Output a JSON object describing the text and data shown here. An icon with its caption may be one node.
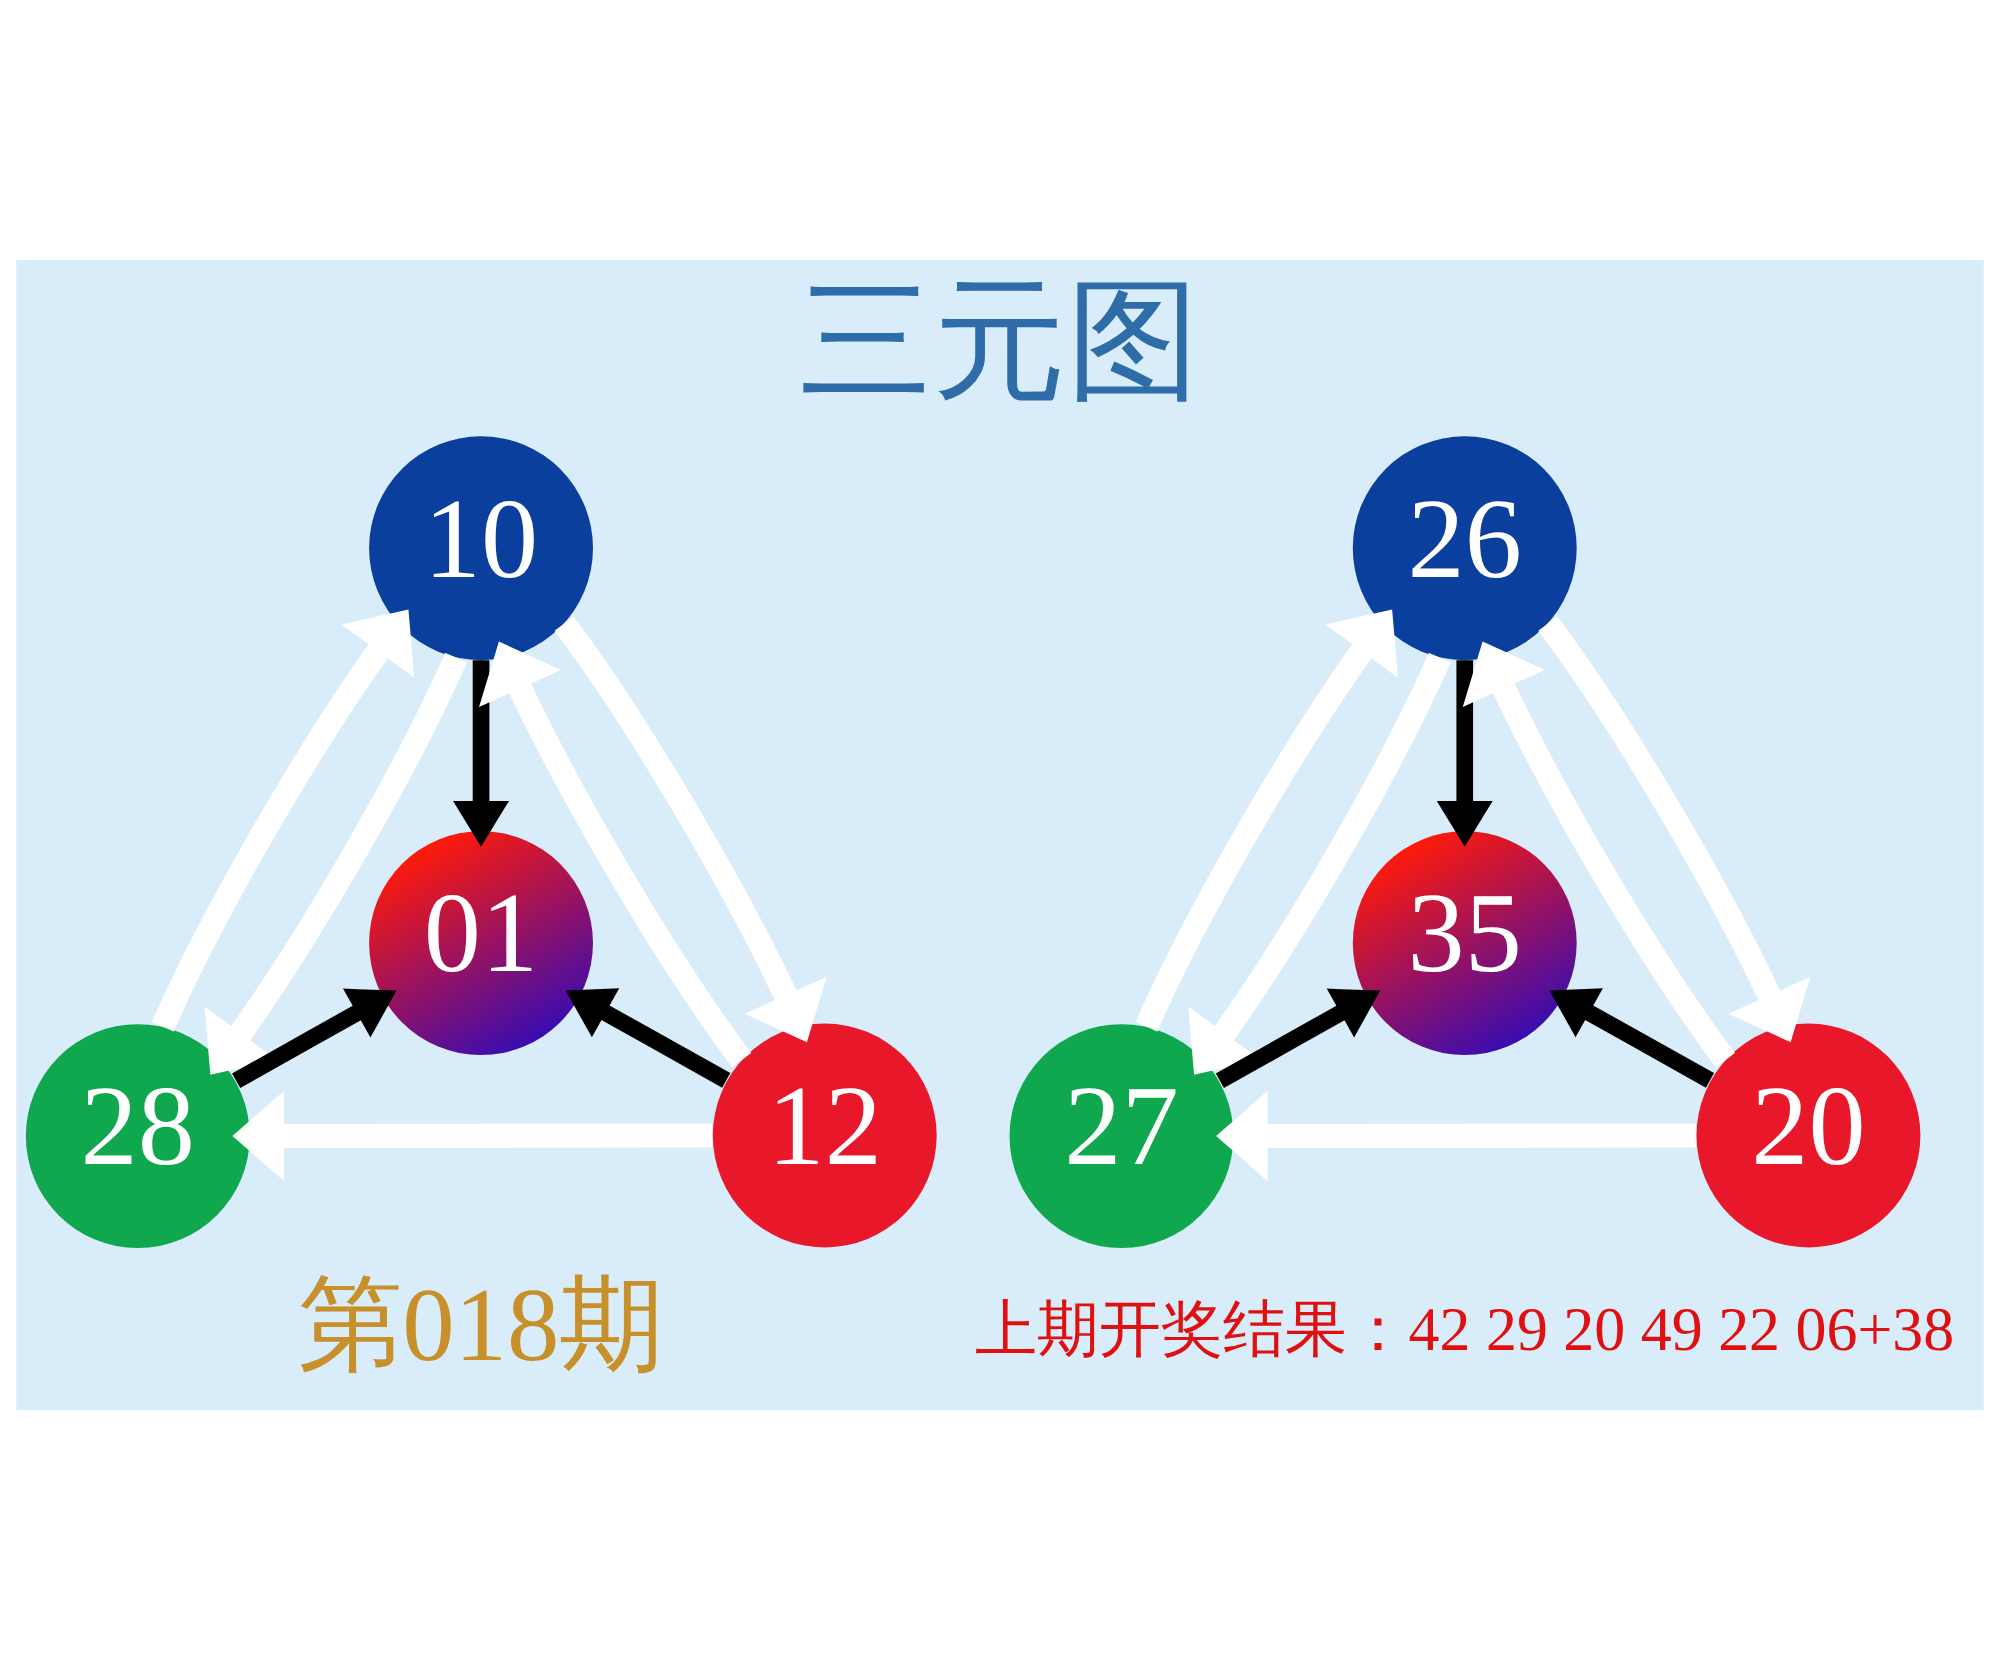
{
  "diagram": {
    "title": "三元图",
    "nodes": [
      {
        "text": [
          "10"
        ]
      },
      {
        "text": [
          "01"
        ]
      },
      {
        "text": [
          "28"
        ]
      },
      {
        "text": [
          "12"
        ]
      },
      {
        "text": [
          "26"
        ]
      },
      {
        "text": [
          "35"
        ]
      },
      {
        "text": [
          "27"
        ]
      },
      {
        "text": [
          "20"
        ]
      }
    ],
    "edges": [
      {
        "from": 0,
        "to": 1,
        "arrow": "to",
        "color": "#000000"
      },
      {
        "from": 2,
        "to": 1,
        "arrow": "to",
        "color": "#000000"
      },
      {
        "from": 3,
        "to": 1,
        "arrow": "to",
        "color": "#000000"
      },
      {
        "from": 0,
        "to": 2,
        "arrow": "to"
      },
      {
        "from": 2,
        "to": 0,
        "arrow": "to"
      },
      {
        "from": 0,
        "to": 3,
        "arrow": "to"
      },
      {
        "from": 3,
        "to": 0,
        "arrow": "to"
      },
      {
        "from": 3,
        "to": 2,
        "arrow": "to"
      },
      {
        "from": 4,
        "to": 5,
        "arrow": "to",
        "color": "#000000"
      },
      {
        "from": 6,
        "to": 5,
        "arrow": "to",
        "color": "#000000"
      },
      {
        "from": 7,
        "to": 5,
        "arrow": "to",
        "color": "#000000"
      },
      {
        "from": 4,
        "to": 6,
        "arrow": "to"
      },
      {
        "from": 6,
        "to": 4,
        "arrow": "to"
      },
      {
        "from": 4,
        "to": 7,
        "arrow": "to"
      },
      {
        "from": 7,
        "to": 4,
        "arrow": "to"
      },
      {
        "from": 7,
        "to": 6,
        "arrow": "to"
      }
    ],
    "labels": [
      "第018期",
      "上期开奖结果：42 29 20 49 22 06+38"
    ]
  }
}
